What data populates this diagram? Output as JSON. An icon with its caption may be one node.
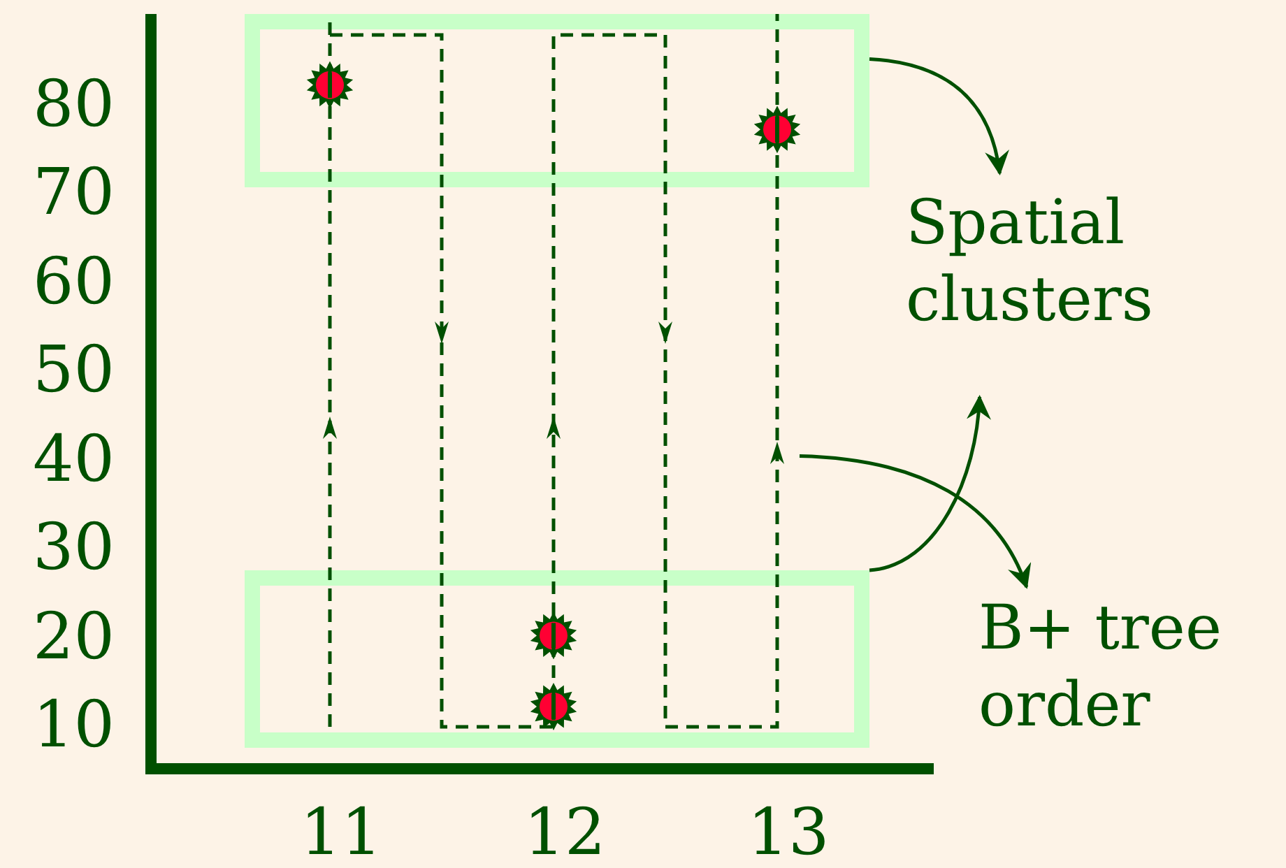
{
  "diagram": {
    "nodes": [
      {
        "text": [],
        "shape": "box"
      },
      {
        "text": [],
        "shape": "box"
      },
      {
        "text": [
          "Spatial clusters"
        ]
      },
      {
        "text": [
          "B+ tree order"
        ]
      },
      {
        "text": [],
        "shape": "line"
      }
    ],
    "edges": [
      {
        "from": 0,
        "to": 2,
        "arrow": "to"
      },
      {
        "from": 1,
        "to": 2,
        "arrow": "to"
      },
      {
        "from": 4,
        "to": 3,
        "arrow": "to"
      }
    ],
    "chart_data": {
      "type": "scatter",
      "x": [
        11,
        12,
        12,
        13
      ],
      "series": [
        {
          "color": "#ff0033",
          "values": [
            82,
            20,
            12,
            77
          ]
        }
      ],
      "xlim": [
        10.2,
        13.7
      ],
      "ylim": [
        5,
        90
      ],
      "xticks": [
        11,
        12,
        13
      ],
      "yticks": [
        10,
        20,
        30,
        40,
        50,
        60,
        70,
        80
      ]
    }
  }
}
